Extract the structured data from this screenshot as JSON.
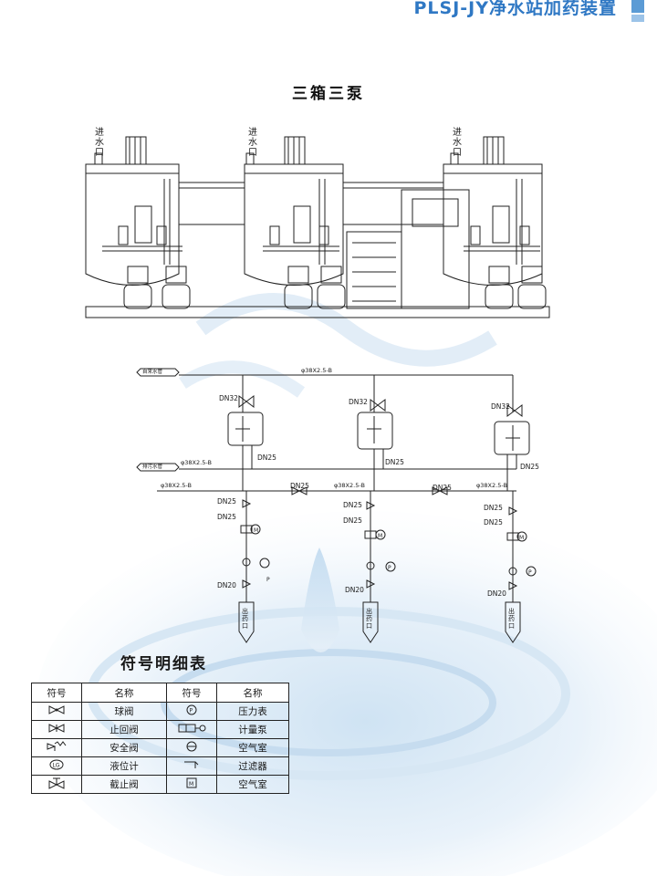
{
  "header": {
    "title": "PLSJ-JY净水站加药装置"
  },
  "page_title": "三箱三泵",
  "equipment": {
    "inlet_label": "进水口"
  },
  "schematic": {
    "water_pipe_label": "自来水管",
    "drain_pipe_label": "排污水管",
    "pipe_spec": "φ38X2.5-B",
    "dn32": "DN32",
    "dn25": "DN25",
    "dn20": "DN20",
    "outlet_label": "出药口"
  },
  "legend": {
    "title": "符号明细表",
    "headers": [
      "符号",
      "名称",
      "符号",
      "名称"
    ],
    "rows": [
      {
        "sym1": "ball-valve",
        "name1": "球阀",
        "sym2": "pressure-gauge",
        "name2": "压力表"
      },
      {
        "sym1": "check-valve",
        "name1": "止回阀",
        "sym2": "metering-pump",
        "name2": "计量泵"
      },
      {
        "sym1": "safety-valve",
        "name1": "安全阀",
        "sym2": "air-chamber",
        "name2": "空气室"
      },
      {
        "sym1": "level-gauge",
        "name1": "液位计",
        "sym2": "filter",
        "name2": "过滤器"
      },
      {
        "sym1": "stop-valve",
        "name1": "截止阀",
        "sym2": "air-chamber-box",
        "name2": "空气室"
      }
    ]
  },
  "colors": {
    "accent": "#2f78c4",
    "line": "#222222"
  }
}
